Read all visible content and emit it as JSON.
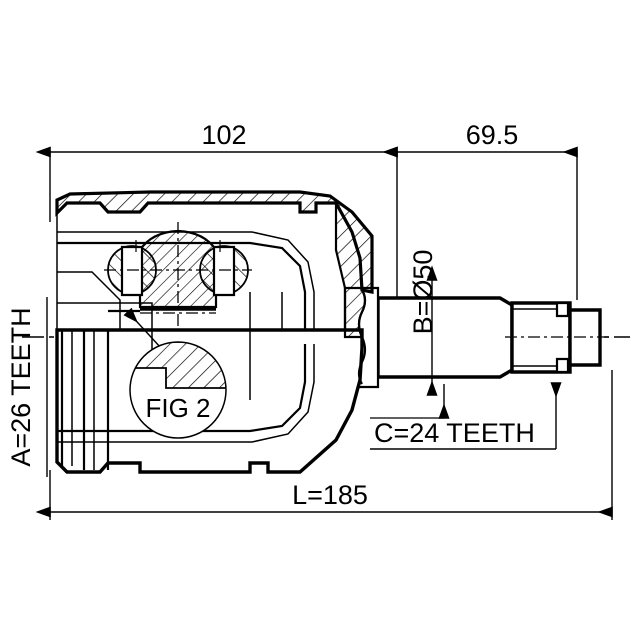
{
  "drawing": {
    "type": "engineering-cross-section",
    "subject": "CV joint / constant velocity joint assembly",
    "background_color": "#ffffff",
    "line_color": "#000000"
  },
  "dimensions": {
    "top_left": {
      "label": "102",
      "name": "housing-length-dimension"
    },
    "top_right": {
      "label": "69.5",
      "name": "shaft-length-dimension"
    },
    "vertical_right": {
      "label": "B=Ø50",
      "name": "shaft-diameter-dimension"
    },
    "bottom_overall": {
      "label": "L=185",
      "name": "overall-length-dimension"
    },
    "left_vertical": {
      "label": "A=26 TEETH",
      "name": "inner-spline-teeth-label"
    },
    "bottom_right": {
      "label": "C=24 TEETH",
      "name": "outer-spline-teeth-label"
    }
  },
  "detail_callout": {
    "label": "FIG 2",
    "name": "fig2-detail-circle"
  }
}
